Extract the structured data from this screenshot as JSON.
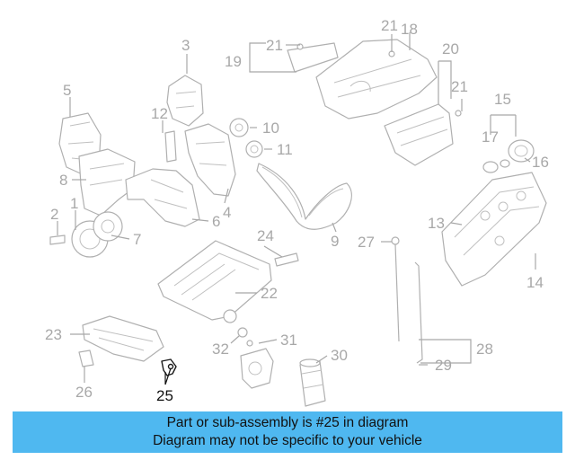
{
  "highlight_callout": "25",
  "colors": {
    "part": "#b0b0b0",
    "highlight": "#111111",
    "banner": "#4fb8f0"
  },
  "callouts": {
    "c1": "1",
    "c2": "2",
    "c3": "3",
    "c4": "4",
    "c5": "5",
    "c6": "6",
    "c7": "7",
    "c8": "8",
    "c9": "9",
    "c10": "10",
    "c11": "11",
    "c12": "12",
    "c13": "13",
    "c14": "14",
    "c15": "15",
    "c16": "16",
    "c17": "17",
    "c18": "18",
    "c19": "19",
    "c20": "20",
    "c21a": "21",
    "c21b": "21",
    "c21c": "21",
    "c22": "22",
    "c23": "23",
    "c24": "24",
    "c25": "25",
    "c26": "26",
    "c27": "27",
    "c28": "28",
    "c29": "29",
    "c30": "30",
    "c31": "31",
    "c32": "32"
  },
  "banner": {
    "line1": "Part or sub-assembly is #25 in diagram",
    "line2": "Diagram may not be specific to your vehicle"
  }
}
